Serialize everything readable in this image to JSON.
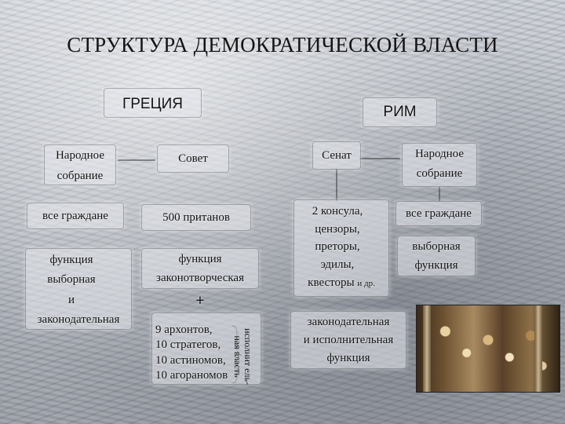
{
  "title": "СТРУКТУРА ДЕМОКРАТИЧЕСКОЙ ВЛАСТИ",
  "greece": {
    "header": "ГРЕЦИЯ",
    "assembly": {
      "name_line1": "Народное",
      "name_line2": "собрание",
      "members": "все граждане",
      "func_line1": "функция",
      "func_line2": "выборная",
      "func_line3": "и",
      "func_line4": "законодательная"
    },
    "council": {
      "name": "Совет",
      "members": "500 пританов",
      "func_line1": "функция",
      "func_line2": "законотворческая"
    },
    "plus": "+",
    "officials": {
      "line1": "9 архонтов,",
      "line2": "10 стратегов,",
      "line3": "10 астиномов,",
      "line4": "10 агораномов"
    },
    "exec_label": {
      "line1": "исполнит ель-",
      "line2": "ная власть"
    }
  },
  "rome": {
    "header": "РИМ",
    "senate": {
      "name": "Сенат"
    },
    "assembly": {
      "name_line1": "Народное",
      "name_line2": "собрание",
      "members": "все граждане",
      "func_line1": "выборная",
      "func_line2": "функция"
    },
    "magistrates": {
      "line1": "2 консула,",
      "line2": "цензоры,",
      "line3": "преторы,",
      "line4": "эдилы,",
      "line5": "квесторы",
      "line5_small": "и др."
    },
    "function": {
      "line1": "законодательная",
      "line2": "и исполнительная",
      "line3": "функция"
    }
  }
}
